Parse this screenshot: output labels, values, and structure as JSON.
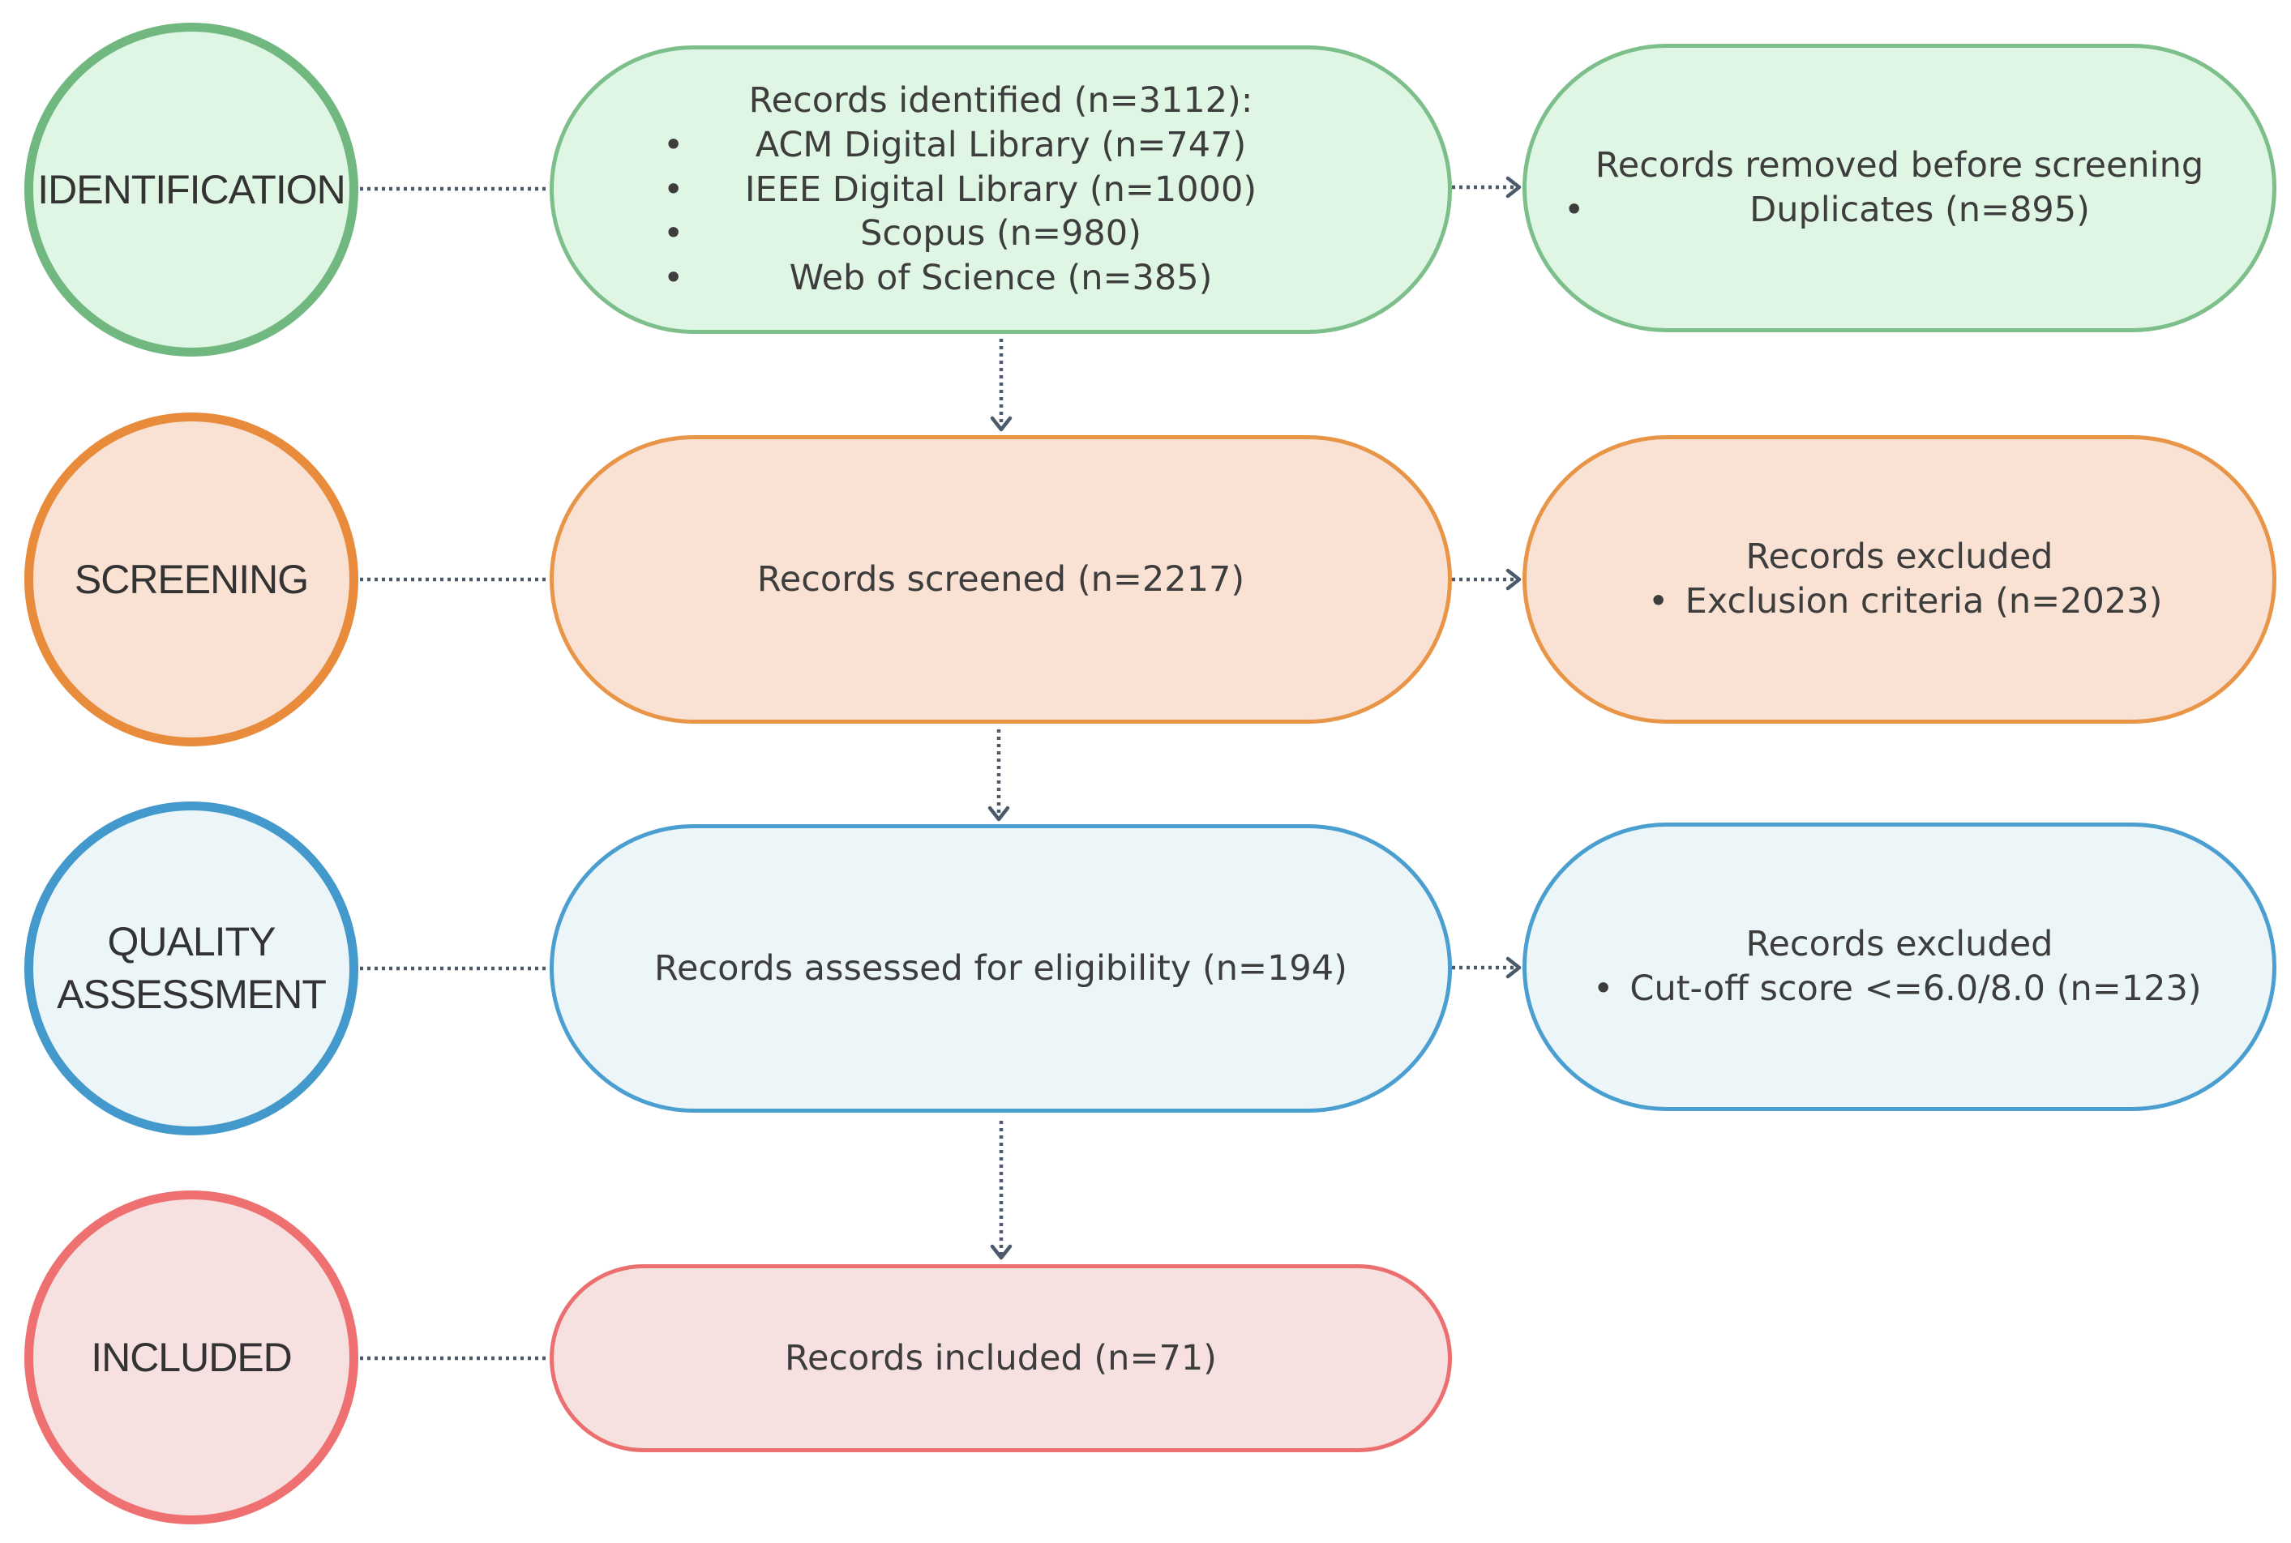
{
  "phases": {
    "identification": {
      "label": "IDENTIFICATION",
      "color": "#70b880"
    },
    "screening": {
      "label": "SCREENING",
      "color": "#e88c3c"
    },
    "quality": {
      "label_line1": "QUALITY",
      "label_line2": "ASSESSMENT",
      "color": "#4499cc"
    },
    "included": {
      "label": "INCLUDED",
      "color": "#ee7070"
    }
  },
  "identified": {
    "heading": "Records identified (n=3112):",
    "items": [
      "ACM Digital Library (n=747)",
      "IEEE Digital Library (n=1000)",
      "Scopus (n=980)",
      "Web of Science (n=385)"
    ]
  },
  "removed": {
    "heading": "Records removed before screening",
    "items": [
      "Duplicates (n=895)"
    ]
  },
  "screened": {
    "text": "Records screened (n=2217)"
  },
  "excluded_screening": {
    "heading": "Records excluded",
    "items": [
      "Exclusion criteria (n=2023)"
    ]
  },
  "assessed": {
    "text": "Records assessed for eligibility (n=194)"
  },
  "excluded_quality": {
    "heading": "Records excluded",
    "items": [
      "Cut-off score <=6.0/8.0 (n=123)"
    ]
  },
  "included_box": {
    "text": "Records included (n=71)"
  },
  "bullet_symbol": "•"
}
